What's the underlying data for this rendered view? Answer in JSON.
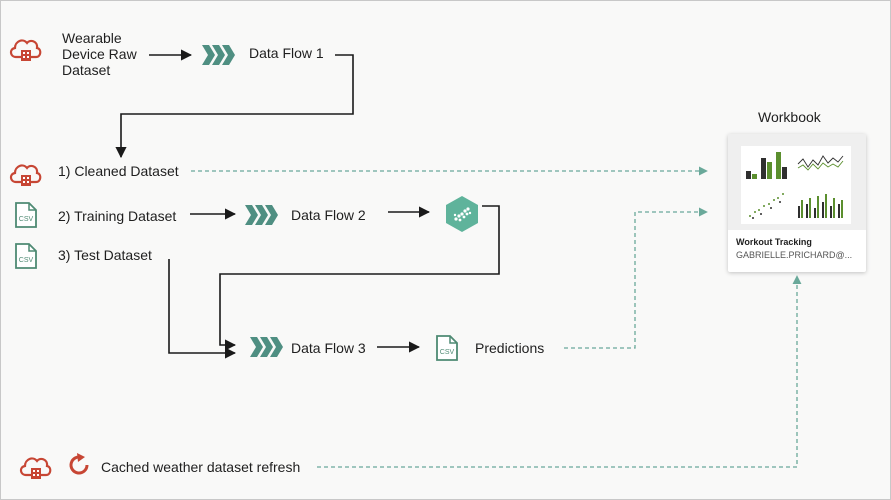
{
  "nodes": {
    "raw_dataset": "Wearable Device Raw Dataset",
    "data_flow_1": "Data Flow 1",
    "cleaned_dataset": "1) Cleaned Dataset",
    "training_dataset": "2) Training Dataset",
    "test_dataset": "3) Test Dataset",
    "data_flow_2": "Data Flow 2",
    "data_flow_3": "Data Flow 3",
    "predictions": "Predictions",
    "cached_refresh": "Cached weather dataset refresh"
  },
  "workbook": {
    "heading": "Workbook",
    "title": "Workout Tracking",
    "subtitle": "GABRIELLE.PRICHARD@..."
  },
  "icons": {
    "csv_text": "CSV"
  },
  "colors": {
    "cloud": "#c74634",
    "dataflow": "#4f8f82",
    "csv": "#4e8a73",
    "model": "#5fb39b",
    "connector_solid": "#1a1a1a",
    "connector_dashed": "#6aa99a",
    "chart_green": "#5b8f2e",
    "chart_dark": "#2f2f2f"
  }
}
